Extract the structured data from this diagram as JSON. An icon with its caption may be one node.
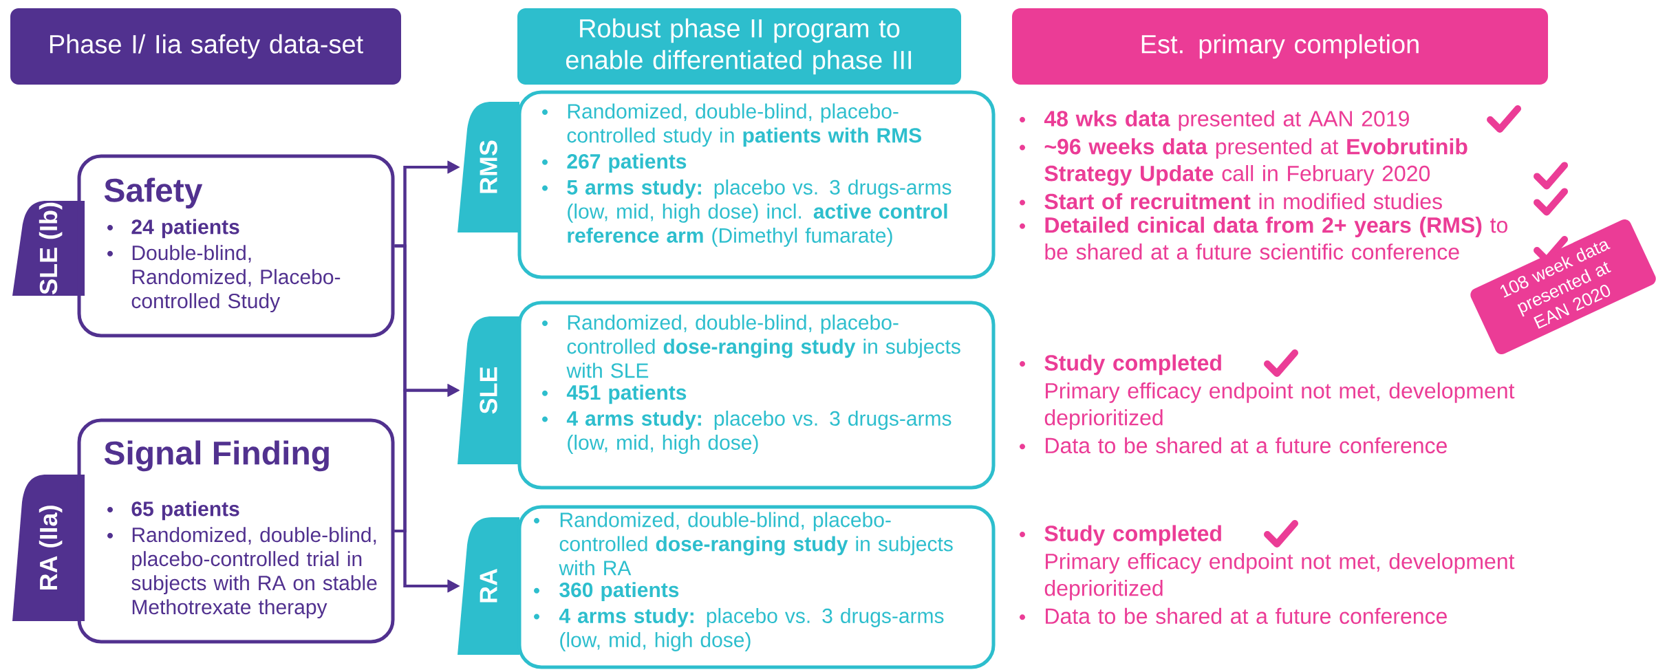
{
  "diagram": {
    "nodes": [
      {
        "text": [
          "Phase I/ Iia safety data-set"
        ]
      },
      {
        "text": [
          "Robust phase II program to enable differentiated phase III"
        ]
      },
      {
        "text": [
          "Est. primary completion"
        ]
      },
      {
        "text": [
          "**SLE** (Ib)"
        ]
      },
      {
        "text": [
          "Safety",
          "**24 patients**",
          "Double-blind, Randomized, Placebo-controlled Study"
        ]
      },
      {
        "text": [
          "**RA** (IIa)"
        ]
      },
      {
        "text": [
          "Signal Finding",
          "**65 patients**",
          "Randomized, double-blind, placebo-controlled trial in subjects with RA on stable Methotrexate therapy"
        ]
      },
      {
        "text": [
          "RMS"
        ]
      },
      {
        "text": [
          "Randomized, double-blind, placebo-controlled study in **patients with RMS**",
          "**267 patients**",
          "**5 arms study:** placebo vs. 3 drugs-arms (low, mid, high dose) incl. **active control reference arm** (Dimethyl fumarate)"
        ]
      },
      {
        "text": [
          "SLE"
        ]
      },
      {
        "text": [
          "Randomized, double-blind, placebo-controlled **dose-ranging study** in subjects with SLE",
          "**451 patients**",
          "**4 arms study:** placebo vs. 3 drugs-arms (low, mid, high dose)"
        ]
      },
      {
        "text": [
          "RA"
        ]
      },
      {
        "text": [
          "Randomized, double-blind, placebo-controlled **dose-ranging study** in subjects with RA",
          "**360 patients**",
          "**4 arms study:** placebo vs. 3 drugs-arms (low, mid, high dose)"
        ]
      },
      {
        "text": [
          "108 week data presented at EAN 2020"
        ]
      }
    ],
    "edges": [
      {
        "from": 4,
        "to": 7,
        "arrow": "to"
      },
      {
        "from": 4,
        "to": 9,
        "arrow": "to"
      },
      {
        "from": 4,
        "to": 11,
        "arrow": "to"
      },
      {
        "from": 6,
        "to": 7,
        "arrow": "to"
      },
      {
        "from": 6,
        "to": 9,
        "arrow": "to"
      },
      {
        "from": 6,
        "to": 11,
        "arrow": "to"
      }
    ],
    "labels": [
      "**48 wks data** presented at AAN 2019",
      "**~96 weeks data** presented at **Evobrutinib Strategy Update** call in February 2020",
      "**Start of recruitment** in modified studies",
      "**Detailed cinical data from 2+ years (RMS)** to be shared at a future scientific conference",
      "**Study completed**",
      "Primary efficacy endpoint not met, development deprioritized",
      "Data to be shared at a future conference",
      "**Study completed**",
      "Primary efficacy endpoint not met, development deprioritized",
      "Data to be shared at a future conference"
    ]
  }
}
